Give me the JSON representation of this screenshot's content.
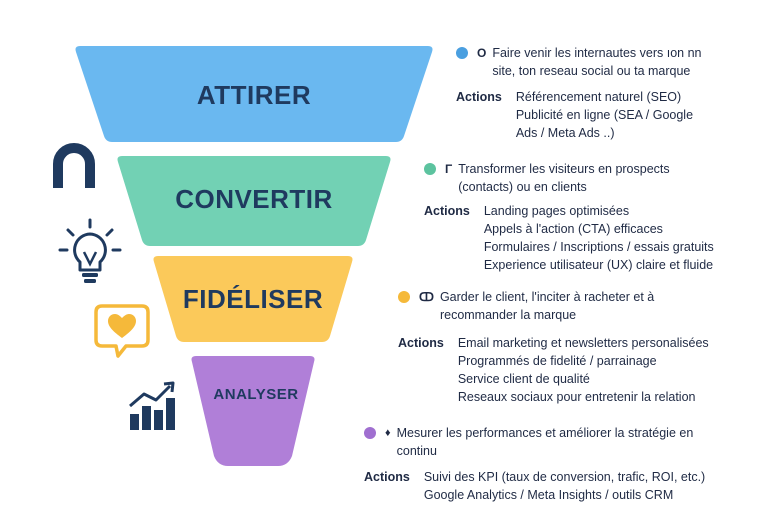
{
  "stages": [
    {
      "label": "ATTIRER",
      "color": "#6ab8f0",
      "dot_color": "#4a9fe0",
      "goal_marker": "O",
      "goal": "Faire venir les internautes vers ıon nn site, ton reseau social ou ta marque",
      "actions_label": "Actions",
      "actions": [
        "Référencement naturel (SEO)",
        "Publicité en ligne (SEA / Google",
        "Ads / Meta Ads ..)"
      ]
    },
    {
      "label": "CONVERTIR",
      "color": "#72d1b4",
      "dot_color": "#5cc39f",
      "goal_marker": "Γ",
      "goal": "Transformer les visiteurs en prospects (contacts) ou en clients",
      "actions_label": "Actions",
      "actions": [
        "Landing pages optimisées",
        "Appels à l'action (CTA) efficaces",
        "Formulaires / Inscriptions / essais gratuits",
        "Experience utilisateur (UX) claire et fluide"
      ]
    },
    {
      "label": "FIDÉLISER",
      "color": "#fbc95a",
      "dot_color": "#f5b93a",
      "goal_marker": "ↀ",
      "goal": "Garder le client, l'inciter à racheter et à recommander la marque",
      "actions_label": "Actions",
      "actions": [
        "Email marketing et newsletters personalisées",
        "Programmés de fidelité / parrainage",
        "Service client de qualité",
        "Reseaux sociaux pour entretenir la relation"
      ]
    },
    {
      "label": "ANALYSER",
      "color": "#b07fd8",
      "dot_color": "#a06fd0",
      "goal_marker": "♦",
      "goal": "Mesurer les performances et améliorer la stratégie en continu",
      "actions_label": "Actions",
      "actions": [
        "Suivi des KPI (taux de conversion, trafic, ROI, etc.)",
        "Google Analytics / Meta Insights / outils CRM"
      ]
    }
  ],
  "icons": {
    "magnet": "magnet-icon",
    "lightbulb": "lightbulb-icon",
    "heart_bubble": "heart-chat-icon",
    "growth_chart": "growth-chart-icon",
    "colors": {
      "navy": "#1f3a5f",
      "orange": "#f5b93a"
    }
  }
}
